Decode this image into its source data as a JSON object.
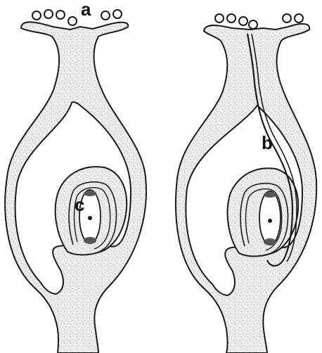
{
  "figure": {
    "labels": {
      "a": "a",
      "b": "b",
      "c": "c"
    },
    "colors": {
      "tissue_fill": "#e9e9e9",
      "line": "#1a1a1a",
      "stipple": "#8a8a8a",
      "cavity": "#ffffff"
    }
  }
}
